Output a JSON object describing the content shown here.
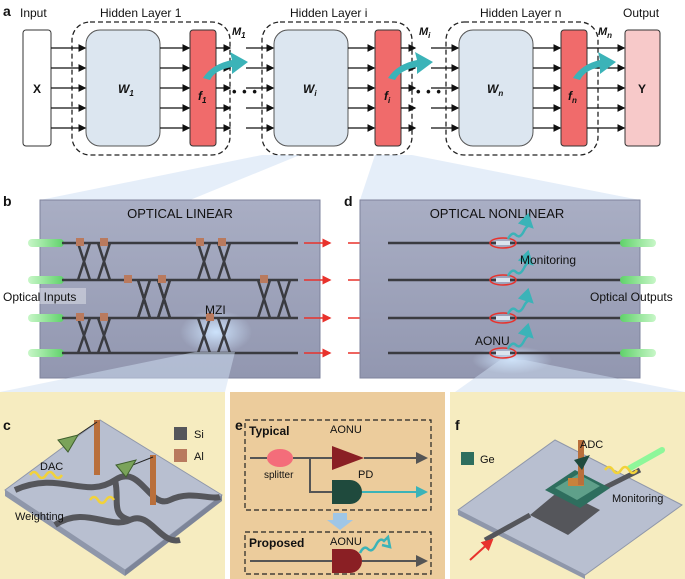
{
  "panel_a": {
    "letter": "a",
    "input_label": "Input",
    "output_label": "Output",
    "hidden_layers": [
      {
        "title": "Hidden Layer 1",
        "w": "W",
        "w_sub": "1",
        "f": "f",
        "f_sub": "1",
        "m": "M",
        "m_sub": "1"
      },
      {
        "title": "Hidden Layer i",
        "w": "W",
        "w_sub": "i",
        "f": "f",
        "f_sub": "i",
        "m": "M",
        "m_sub": "i"
      },
      {
        "title": "Hidden Layer n",
        "w": "W",
        "w_sub": "n",
        "f": "f",
        "f_sub": "n",
        "m": "M",
        "m_sub": "n"
      }
    ],
    "x_label": "X",
    "y_label": "Y",
    "ellipsis": "• • •"
  },
  "panel_b": {
    "letter": "b",
    "title": "OPTICAL LINEAR",
    "inputs_label": "Optical Inputs",
    "mzi_label": "MZI"
  },
  "panel_d": {
    "letter": "d",
    "title": "OPTICAL NONLINEAR",
    "monitoring_label": "Monitoring",
    "outputs_label": "Optical Outputs",
    "aonu_label": "AONU"
  },
  "panel_c": {
    "letter": "c",
    "legend": [
      {
        "label": "Si",
        "color": "#55565b"
      },
      {
        "label": "Al",
        "color": "#b97a5e"
      }
    ],
    "dac_label": "DAC",
    "weighting_label": "Weighting"
  },
  "panel_e": {
    "letter": "e",
    "typical_label": "Typical",
    "aonu_label": "AONU",
    "splitter_label": "splitter",
    "pd_label": "PD",
    "proposed_label": "Proposed",
    "aonu_label_2": "AONU"
  },
  "panel_f": {
    "letter": "f",
    "ge_label": "Ge",
    "ge_color": "#2e6e5e",
    "adc_label": "ADC",
    "monitoring_label": "Monitoring"
  },
  "colors": {
    "weight_box": "#dce6f0",
    "activation_box": "#f06b6b",
    "y_box": "#f7c9c9",
    "chip": "#9ea4bc",
    "monitor_arrow": "#3bb3b8",
    "red_arrow": "#e8322c",
    "bottom_panel_bg": "#f6ecc0",
    "panel_e_bg": "#eccc9c"
  }
}
